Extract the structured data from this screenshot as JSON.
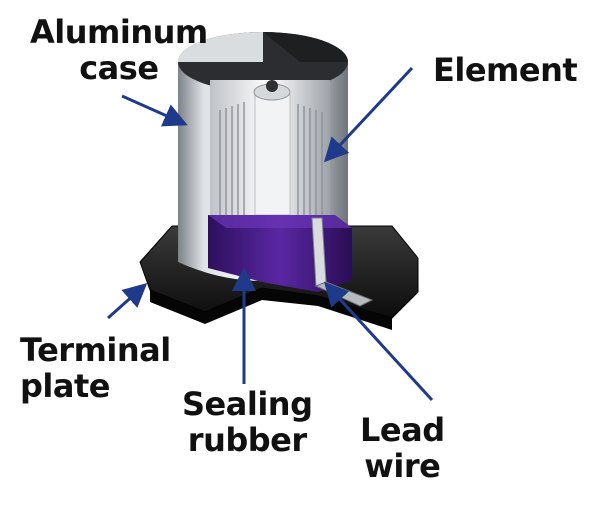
{
  "labels": {
    "aluminum_case": [
      "Aluminum",
      "case"
    ],
    "element": [
      "Element"
    ],
    "terminal_plate": [
      "Terminal",
      "plate"
    ],
    "sealing_rubber": [
      "Sealing",
      "rubber"
    ],
    "lead_wire": [
      "Lead",
      "wire"
    ]
  },
  "colors": {
    "arrow": "#1f3a8a",
    "sealing_rubber": "#4b1e8c",
    "terminal_plate": "#161616",
    "case_metal": "#c9cdd2",
    "text": "#111111"
  }
}
